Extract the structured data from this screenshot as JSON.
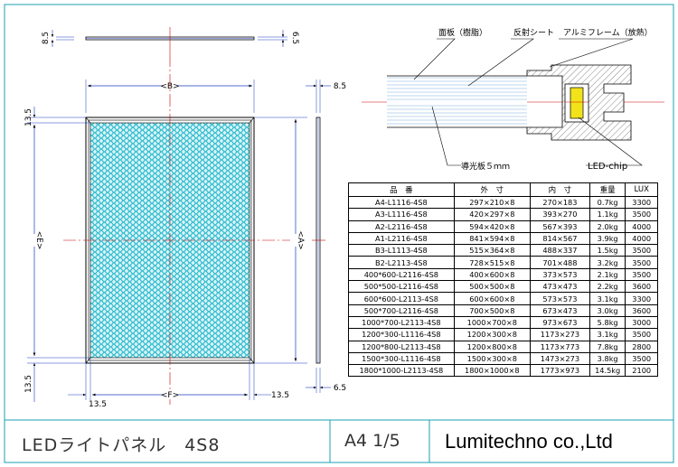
{
  "front_view": {
    "dims": {
      "top_thickness": "8.5",
      "right_thickness": "6.5",
      "width_outer": "B",
      "width_inner": "F",
      "height_outer": "A",
      "height_inner": "E",
      "top_margin": "13.5",
      "bottom_margin": "13.5",
      "left_margin": "13.5",
      "right_margin": "13.5",
      "side_thickness": "8.5",
      "bottom_thickness": "6.5"
    }
  },
  "cross_section": {
    "labels": {
      "front_plate": "面板（樹脂）",
      "reflector_sheet": "反射シート",
      "aluminum_frame": "アルミフレーム（放熱）",
      "light_guide_plate": "導光板５ｍｍ",
      "led_chip": "LED-chip"
    }
  },
  "spec_table": {
    "headers": [
      "品　番",
      "外　寸",
      "内　寸",
      "重量",
      "LUX"
    ],
    "rows": [
      [
        "A4-L1116-4S8",
        "297×210×8",
        "270×183",
        "0.7kg",
        "3300"
      ],
      [
        "A3-L1116-4S8",
        "420×297×8",
        "393×270",
        "1.1kg",
        "3500"
      ],
      [
        "A2-L2116-4S8",
        "594×420×8",
        "567×393",
        "2.0kg",
        "4000"
      ],
      [
        "A1-L2116-4S8",
        "841×594×8",
        "814×567",
        "3.9kg",
        "4000"
      ],
      [
        "B3-L1113-4S8",
        "515×364×8",
        "488×337",
        "1.5kg",
        "3500"
      ],
      [
        "B2-L2113-4S8",
        "728×515×8",
        "701×488",
        "3.2kg",
        "3500"
      ],
      [
        "400*600-L2116-4S8",
        "400×600×8",
        "373×573",
        "2.1kg",
        "3500"
      ],
      [
        "500*500-L2116-4S8",
        "500×500×8",
        "473×473",
        "2.2kg",
        "3600"
      ],
      [
        "600*600-L2113-4S8",
        "600×600×8",
        "573×573",
        "3.1kg",
        "3300"
      ],
      [
        "500*700-L2116-4S8",
        "700×500×8",
        "673×473",
        "3.0kg",
        "3600"
      ],
      [
        "1000*700-L2113-4S8",
        "1000×700×8",
        "973×673",
        "5.8kg",
        "3000"
      ],
      [
        "1200*300-L1116-4S8",
        "1200×300×8",
        "1173×273",
        "3.1kg",
        "3500"
      ],
      [
        "1200*800-L2113-4S8",
        "1200×800×8",
        "1173×773",
        "7.8kg",
        "2800"
      ],
      [
        "1500*300-L1116-4S8",
        "1500×300×8",
        "1473×273",
        "3.8kg",
        "3500"
      ],
      [
        "1800*1000-L2113-4S8",
        "1800×1000×8",
        "1773×973",
        "14.5kg",
        "2100"
      ]
    ]
  },
  "title_block": {
    "product_name": "LEDライトパネル　4S8",
    "sheet_info": "A4 1/5",
    "company": "Lumitechno co.,Ltd"
  }
}
